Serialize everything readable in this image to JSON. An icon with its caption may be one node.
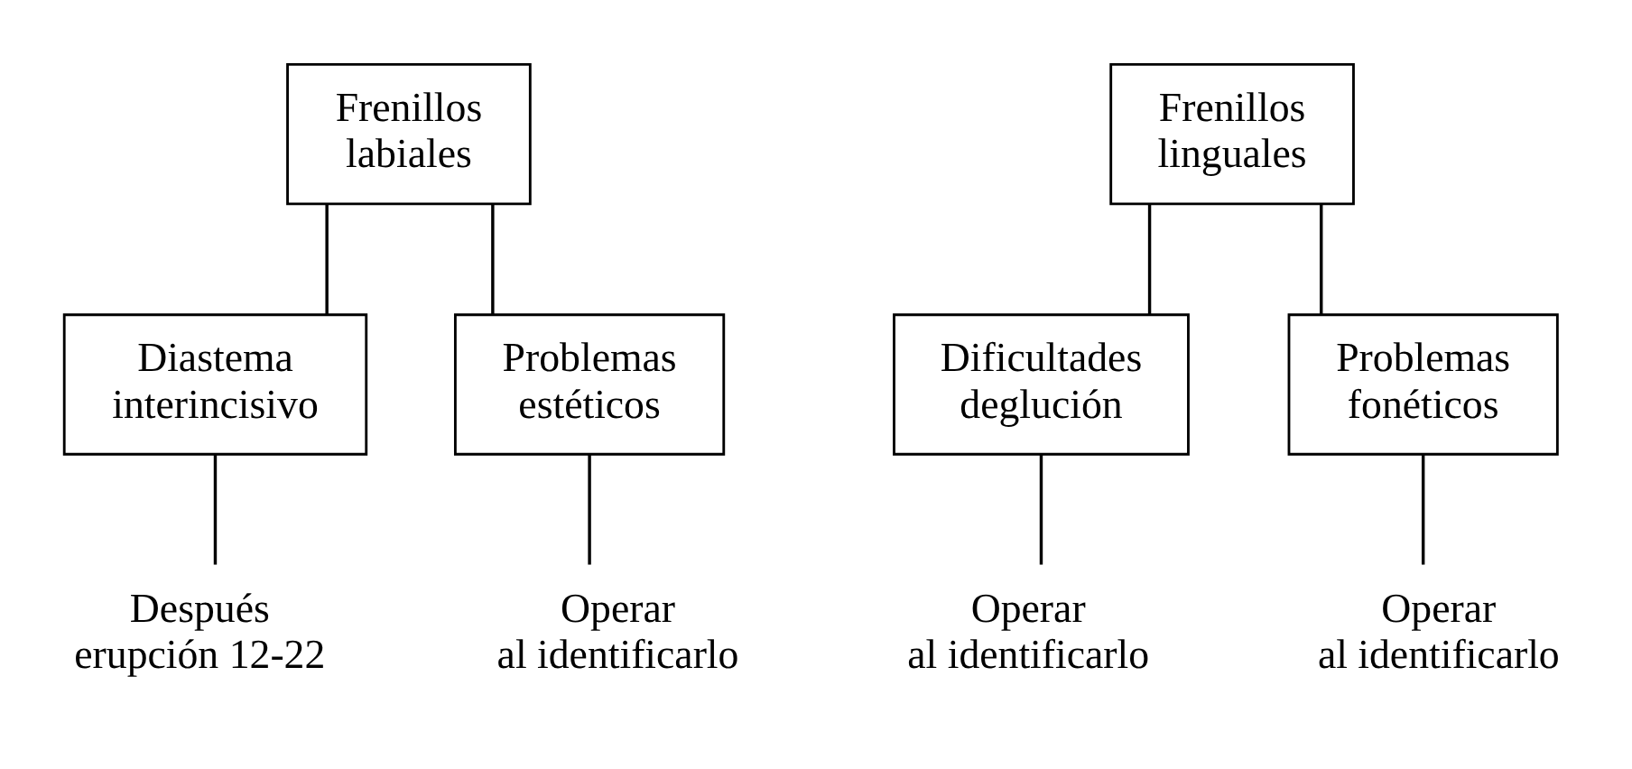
{
  "diagram": {
    "nodes": [
      {
        "text": [
          "Frenillos labiales"
        ]
      },
      {
        "text": [
          "Diastema interincisivo"
        ]
      },
      {
        "text": [
          "Problemas estéticos"
        ]
      },
      {
        "text": [
          "Después erupción 12-22"
        ]
      },
      {
        "text": [
          "Operar al identificarlo"
        ]
      },
      {
        "text": [
          "Frenillos linguales"
        ]
      },
      {
        "text": [
          "Dificultades deglución"
        ]
      },
      {
        "text": [
          "Problemas fonéticos"
        ]
      },
      {
        "text": [
          "Operar al identificarlo"
        ]
      },
      {
        "text": [
          "Operar al identificarlo"
        ]
      }
    ],
    "edges": [
      {
        "from": 0,
        "to": 1,
        "arrow": "none"
      },
      {
        "from": 0,
        "to": 2,
        "arrow": "none"
      },
      {
        "from": 1,
        "to": 3,
        "arrow": "none"
      },
      {
        "from": 2,
        "to": 4,
        "arrow": "none"
      },
      {
        "from": 5,
        "to": 6,
        "arrow": "none"
      },
      {
        "from": 5,
        "to": 7,
        "arrow": "none"
      },
      {
        "from": 6,
        "to": 8,
        "arrow": "none"
      },
      {
        "from": 7,
        "to": 9,
        "arrow": "none"
      }
    ]
  }
}
